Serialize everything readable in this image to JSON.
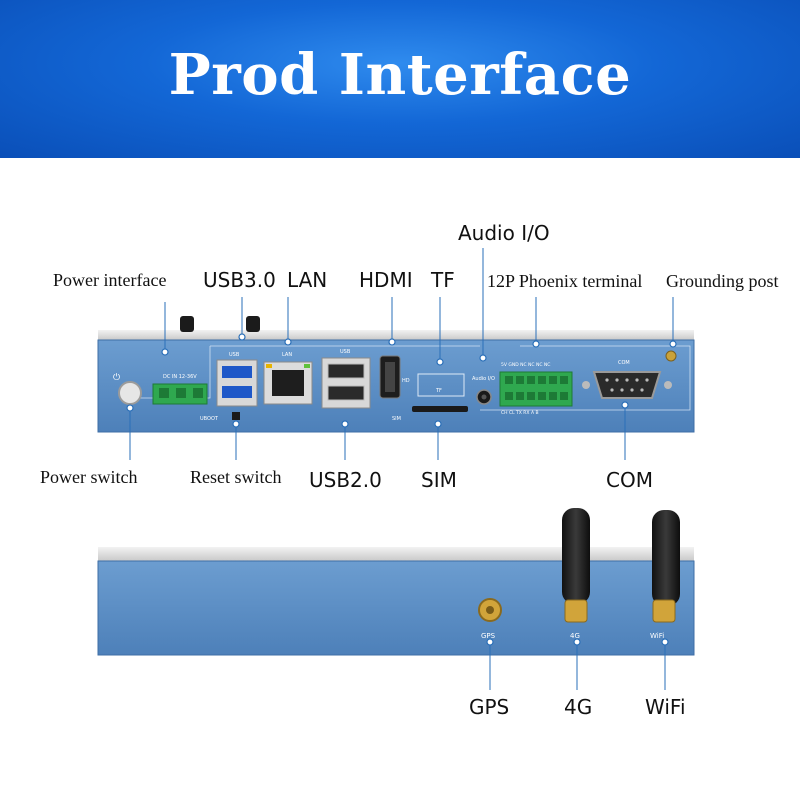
{
  "banner": {
    "title": "Prod Interface"
  },
  "front_labels": {
    "power_interface": "Power interface",
    "usb3": "USB3.0",
    "lan": "LAN",
    "hdmi": "HDMI",
    "tf": "TF",
    "audio": "Audio I/O",
    "phoenix": "12P Phoenix terminal",
    "grounding": "Grounding post",
    "power_switch": "Power switch",
    "reset_switch": "Reset switch",
    "usb2": "USB2.0",
    "sim": "SIM",
    "com": "COM"
  },
  "panel_print": {
    "dcin": "DC IN 12-36V",
    "uboot": "UBOOT",
    "usb_a": "USB",
    "usb_b": "USB",
    "lan": "LAN",
    "hd": "HD",
    "sim": "SIM",
    "tf": "TF",
    "audio": "Audio I/O",
    "phoenix_top": "5V GND NC NC NC NC",
    "phoenix_bottom": "CH CL TX RX A B",
    "com": "COM"
  },
  "back_labels": {
    "gps": "GPS",
    "g4": "4G",
    "wifi": "WiFi"
  },
  "back_print": {
    "gps": "GPS",
    "g4": "4G",
    "wifi": "WiFi"
  },
  "colors": {
    "banner": "#1367d6",
    "panel": "#5b8fc6",
    "terminal": "#2fa84f"
  }
}
